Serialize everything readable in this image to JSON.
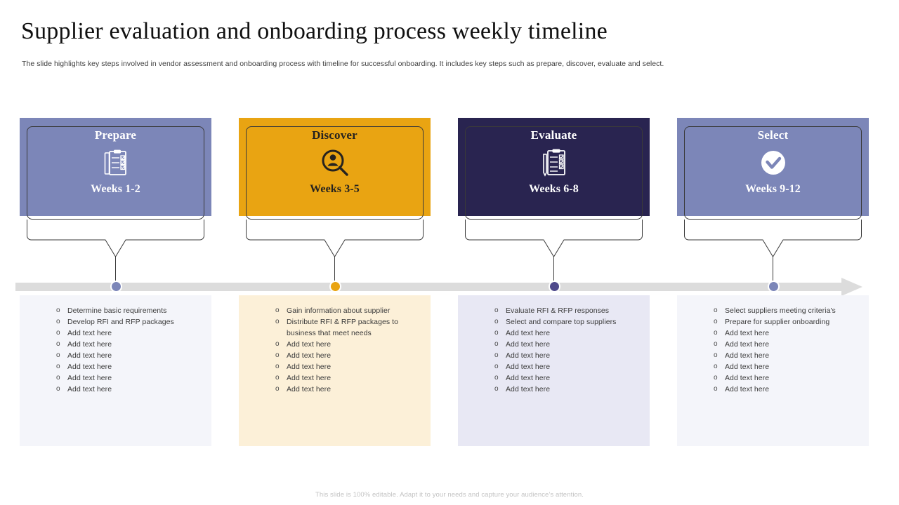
{
  "header": {
    "title": "Supplier  evaluation  and onboarding   process weekly timeline",
    "subtitle": "The slide highlights key steps involved in vendor assessment and onboarding process with timeline for successful onboarding. It includes key steps such as prepare, discover, evaluate and select."
  },
  "footer": {
    "note": "This slide is 100% editable.  Adapt it to your needs and capture your audience's attention."
  },
  "colors": {
    "periwinkle": "#7c86b8",
    "amber": "#e9a412",
    "navy": "#292450",
    "panel_periwinkle": "#f4f5fa",
    "panel_amber": "#fcf0d8",
    "panel_navy": "#e8e8f4",
    "timeline_gray": "#dcdcdc",
    "node_navy": "#4f4a8c"
  },
  "stages": [
    {
      "key": "prepare",
      "title": "Prepare",
      "weeks": "Weeks 1-2",
      "icon": "clipboard-checklist-icon",
      "card_bg": "#7c86b8",
      "card_fg": "#ffffff",
      "panel_bg": "#f4f5fa",
      "node_color": "#7c86b8",
      "bullets": [
        "Determine basic requirements",
        "Develop RFI and RFP packages",
        "Add text here",
        "Add text here",
        "Add text here",
        "Add text here",
        "Add text here",
        "Add text here"
      ]
    },
    {
      "key": "discover",
      "title": "Discover",
      "weeks": "Weeks 3-5",
      "icon": "person-search-icon",
      "card_bg": "#e9a412",
      "card_fg": "#26231f",
      "panel_bg": "#fcf0d8",
      "node_color": "#e9a412",
      "bullets": [
        "Gain information about supplier",
        "Distribute RFI & RFP packages to business that meet needs",
        "Add text here",
        "Add text here",
        "Add text here",
        "Add text here",
        "Add text here"
      ]
    },
    {
      "key": "evaluate",
      "title": "Evaluate",
      "weeks": "Weeks 6-8",
      "icon": "clipboard-pen-icon",
      "card_bg": "#292450",
      "card_fg": "#ffffff",
      "panel_bg": "#e8e8f4",
      "node_color": "#4f4a8c",
      "bullets": [
        "Evaluate RFI & RFP responses",
        "Select and compare top suppliers",
        "Add text here",
        "Add text here",
        "Add text here",
        "Add text here",
        "Add text here",
        "Add text here"
      ]
    },
    {
      "key": "select",
      "title": "Select",
      "weeks": "Weeks 9-12",
      "icon": "check-circle-icon",
      "card_bg": "#7c86b8",
      "card_fg": "#ffffff",
      "panel_bg": "#f4f5fa",
      "node_color": "#7c86b8",
      "bullets": [
        "Select suppliers meeting criteria's",
        "Prepare for supplier onboarding",
        "Add text here",
        "Add text here",
        "Add text here",
        "Add text here",
        "Add text here",
        "Add text here"
      ]
    }
  ],
  "bullet_glyph": "o"
}
